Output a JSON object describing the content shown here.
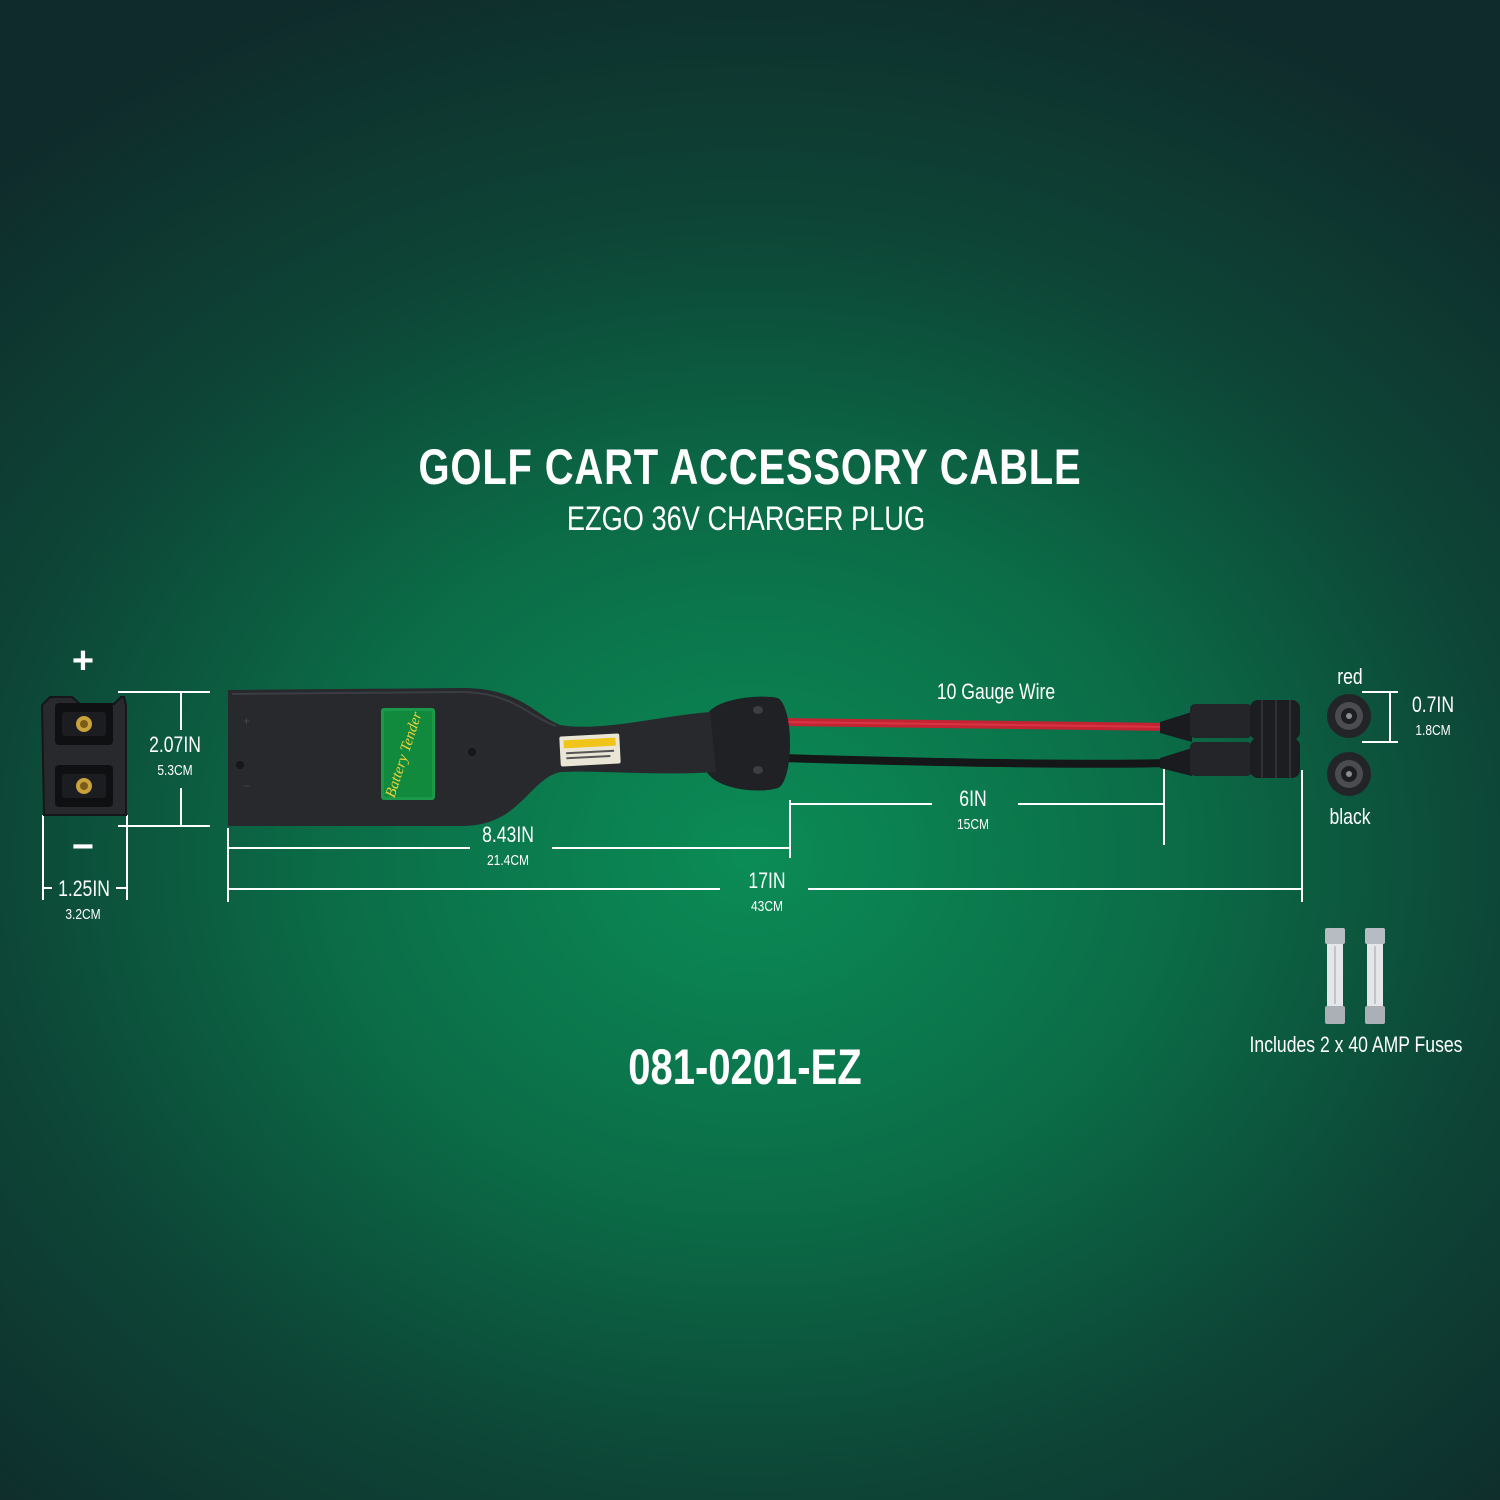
{
  "heading": {
    "title": "GOLF CART ACCESSORY CABLE",
    "subtitle": "EZGO 36V CHARGER PLUG"
  },
  "part_number": "081-0201-EZ",
  "labels": {
    "plus": "+",
    "minus": "−",
    "wire_gauge": "10 Gauge Wire",
    "red": "red",
    "black": "black",
    "fuses": "Includes 2 x 40 AMP Fuses",
    "logo_text": "Battery Tender"
  },
  "dimensions": {
    "plug_height": {
      "in": "2.07IN",
      "cm": "5.3CM"
    },
    "plug_width": {
      "in": "1.25IN",
      "cm": "3.2CM"
    },
    "handle_length": {
      "in": "8.43IN",
      "cm": "21.4CM"
    },
    "wire_length": {
      "in": "6IN",
      "cm": "15CM"
    },
    "total_length": {
      "in": "17IN",
      "cm": "43CM"
    },
    "connector": {
      "in": "0.7IN",
      "cm": "1.8CM"
    }
  },
  "colors": {
    "wire_red": "#d8283a",
    "wire_black": "#141618",
    "plug_body": "#26282b",
    "brand_green": "#19a048"
  }
}
